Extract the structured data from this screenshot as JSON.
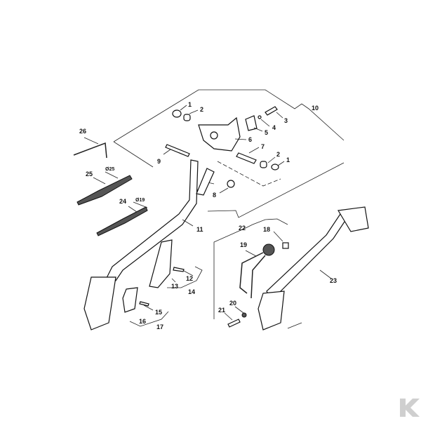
{
  "labels": [
    "1",
    "2",
    "3",
    "4",
    "5",
    "6",
    "7",
    "2",
    "1",
    "8",
    "9",
    "10",
    "11",
    "12",
    "13",
    "14",
    "15",
    "16",
    "17",
    "18",
    "19",
    "20",
    "21",
    "22",
    "23",
    "24",
    "25",
    "26"
  ],
  "dimensions": {
    "spring_25": "Ø25",
    "spring_24": "Ø19"
  },
  "logo": {
    "text": "K",
    "color": "#cfcfcf"
  }
}
